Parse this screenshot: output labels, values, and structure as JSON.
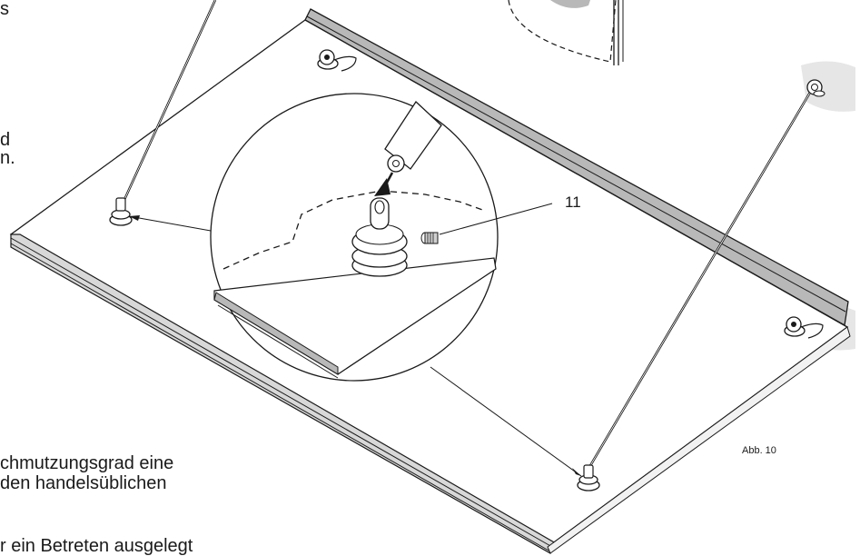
{
  "text_fragments": {
    "line_1": "s",
    "line_2": "d",
    "line_3": "n.",
    "line_4": "chmutzungsgrad eine",
    "line_5": "den handelsüblichen",
    "line_6": "r ein Betreten ausgelegt"
  },
  "figure": {
    "callout_label": "11",
    "figure_label": "Abb. 10"
  },
  "colors": {
    "line": "#1a1a1a",
    "rail_fill": "#b8b8b8",
    "shadow": "#e6e6e6",
    "pad": "#ffffff"
  }
}
